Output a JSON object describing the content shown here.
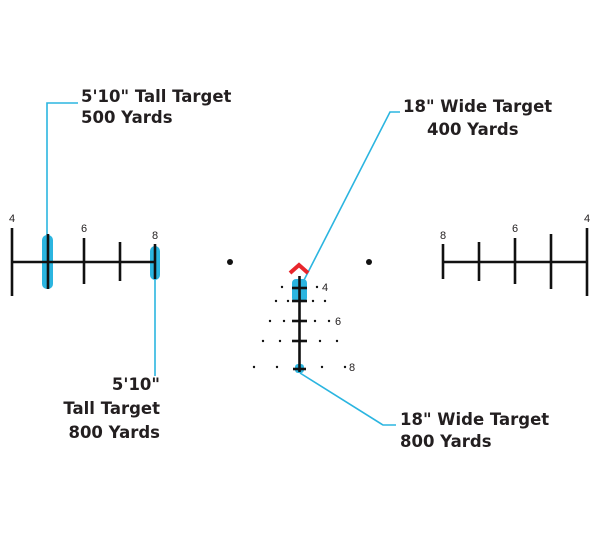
{
  "colors": {
    "accent": "#2bb5e0",
    "chevron": "#e8262c",
    "reticle": "#111111"
  },
  "callouts": {
    "top_left": {
      "line1": "5'10\" Tall Target",
      "line2": "500 Yards"
    },
    "bottom_left": {
      "line1": "5'10\"",
      "line2": "Tall Target",
      "line3": "800 Yards"
    },
    "top_right": {
      "line1": "18\" Wide Target",
      "line2": "400 Yards"
    },
    "bottom_right": {
      "line1": "18\" Wide Target",
      "line2": "800 Yards"
    }
  },
  "scale_labels": {
    "left": [
      "4",
      "6",
      "8"
    ],
    "right": [
      "8",
      "6",
      "4"
    ],
    "center": [
      "4",
      "6",
      "8"
    ]
  }
}
